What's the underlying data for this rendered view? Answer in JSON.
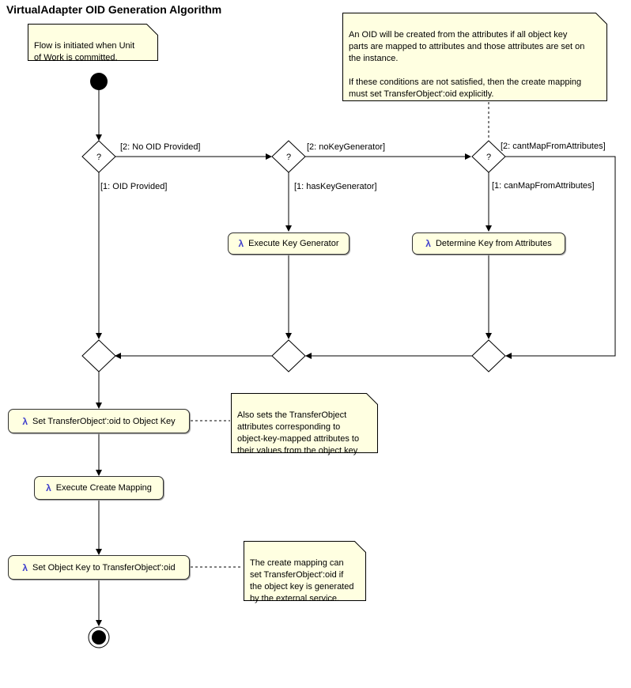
{
  "title": "VirtualAdapter OID Generation Algorithm",
  "colors": {
    "background": "#ffffff",
    "node_fill": "#ffffe1",
    "border": "#000000",
    "lambda_icon": "#4040cc"
  },
  "lambda_glyph": "λ",
  "decision_symbol": "?",
  "notes": {
    "flow_initiated": "Flow is initiated when Unit\nof Work is committed.",
    "oid_creation_rules": "An OID will be created from the attributes if all object key\nparts are mapped to attributes and those attributes are set on\nthe instance.\n\nIf these conditions are not satisfied, then the create mapping\nmust set TransferObject':oid explicitly.",
    "also_sets_attributes": "Also sets the TransferObject\nattributes corresponding to\nobject-key-mapped attributes to\ntheir values from the object key.",
    "create_mapping_can_set": "The create mapping can\nset TransferObject':oid if\nthe object key is generated\nby the external service."
  },
  "actions": {
    "execute_key_generator": "Execute Key Generator",
    "determine_key_from_attributes": "Determine Key from Attributes",
    "set_oid_to_object_key": "Set TransferObject':oid to Object Key",
    "execute_create_mapping": "Execute Create Mapping",
    "set_object_key_to_oid": "Set Object Key to TransferObject':oid"
  },
  "guards": {
    "no_oid_provided": "[2: No OID Provided]",
    "oid_provided": "[1: OID Provided]",
    "no_key_generator": "[2: noKeyGenerator]",
    "has_key_generator": "[1: hasKeyGenerator]",
    "cant_map_from_attributes": "[2: cantMapFromAttributes]",
    "can_map_from_attributes": "[1: canMapFromAttributes]"
  }
}
